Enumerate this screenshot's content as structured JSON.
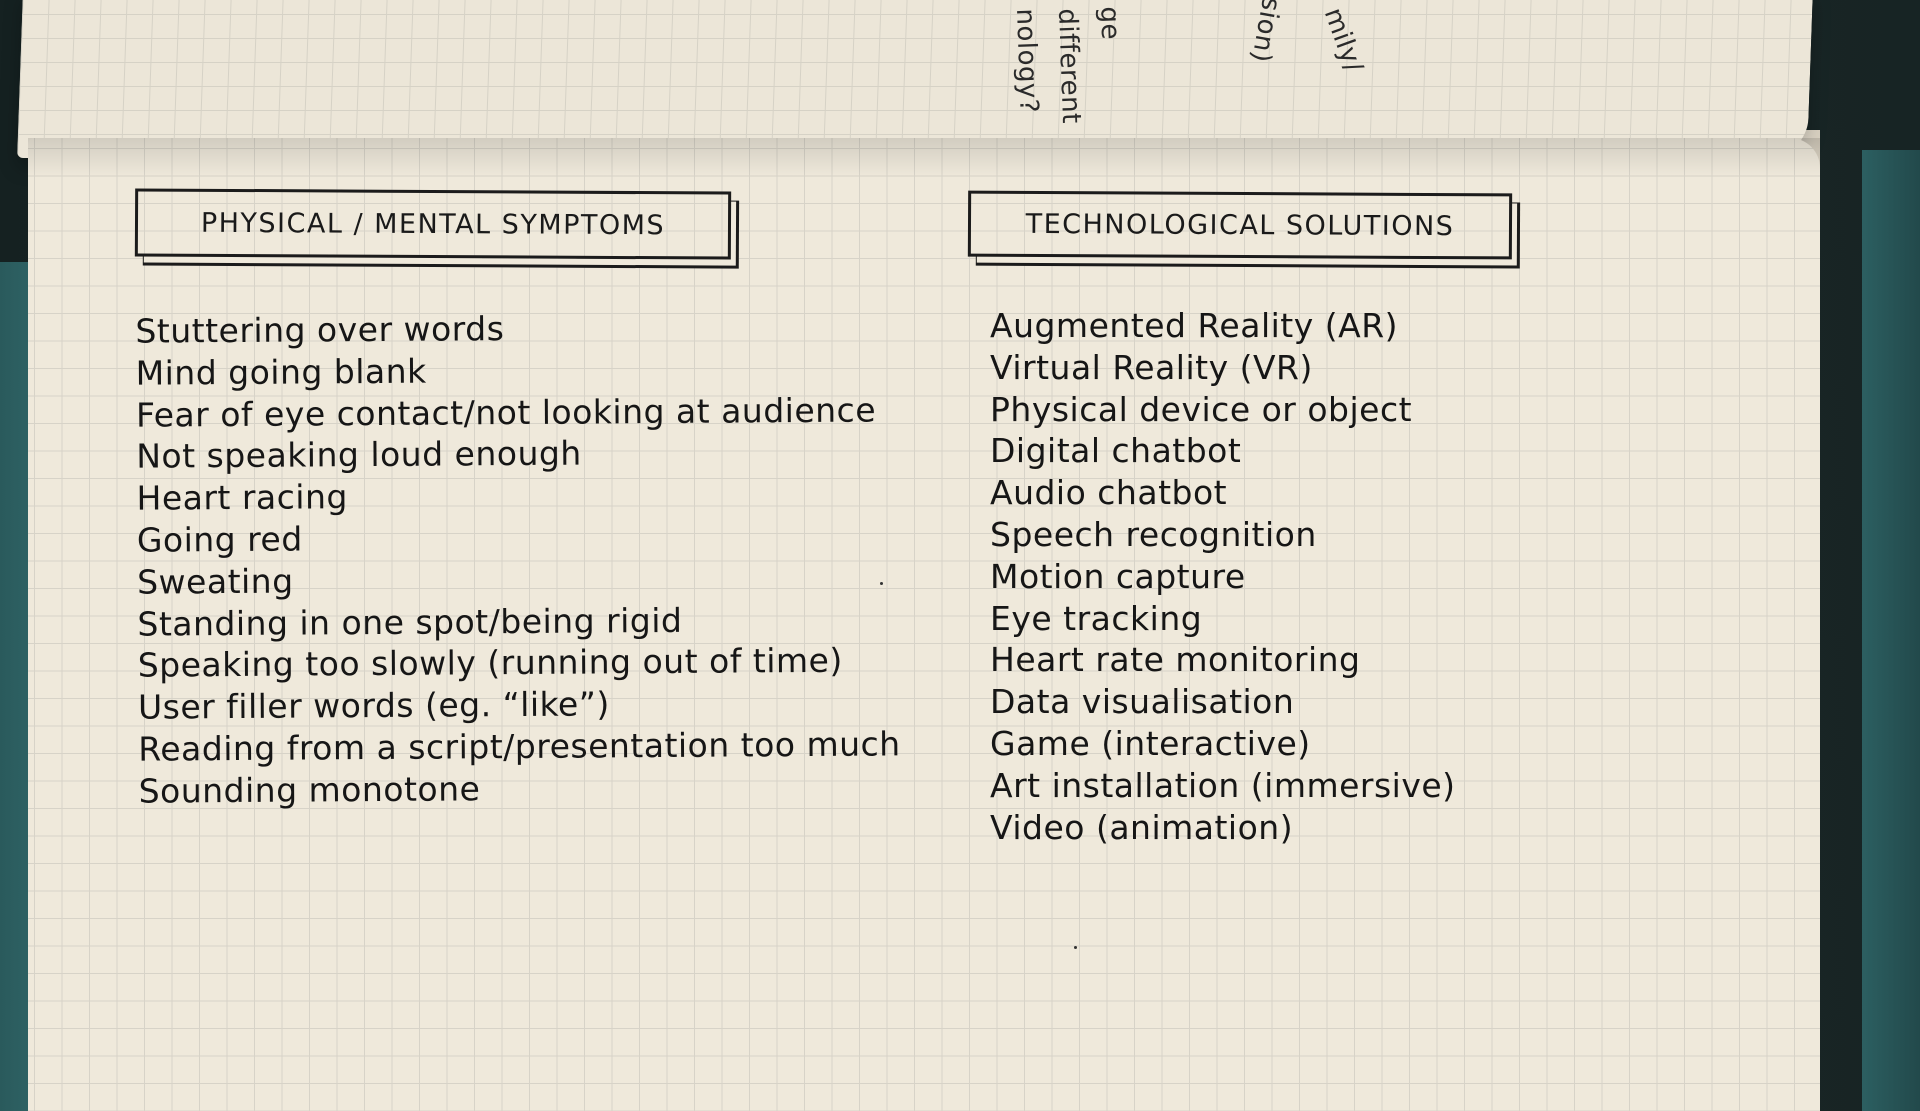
{
  "left_column": {
    "heading": "PHYSICAL / MENTAL SYMPTOMS",
    "items": [
      "Stuttering over words",
      "Mind going blank",
      "Fear of eye contact/not looking at audience",
      "Not speaking loud enough",
      "Heart racing",
      "Going red",
      "Sweating",
      "Standing in one spot/being rigid",
      "Speaking too slowly (running out of time)",
      "User filler words (eg. “like”)",
      "Reading from a script/presentation too much",
      "Sounding monotone"
    ]
  },
  "right_column": {
    "heading": "TECHNOLOGICAL SOLUTIONS",
    "items": [
      "Augmented Reality (AR)",
      "Virtual Reality (VR)",
      "Physical device or object",
      "Digital chatbot",
      "Audio chatbot",
      "Speech recognition",
      "Motion capture",
      "Eye tracking",
      "Heart rate monitoring",
      "Data visualisation",
      "Game (interactive)",
      "Art installation (immersive)",
      "Video (animation)"
    ]
  },
  "facing_page_fragments": [
    "nology?",
    "different",
    "ge",
    "sion)",
    "mily/"
  ]
}
